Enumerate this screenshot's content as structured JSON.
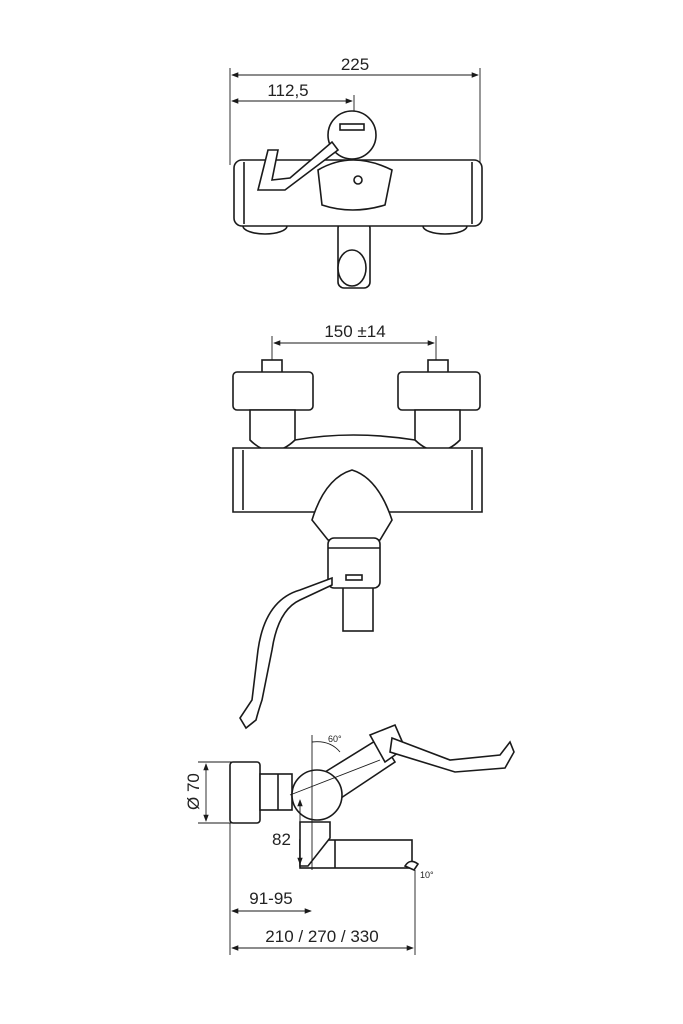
{
  "title_views": [
    "top-view",
    "front-view",
    "side-view"
  ],
  "dimensions": {
    "overall_width": "225",
    "half_width": "112,5",
    "connection_spacing": "150 ±14",
    "diameter": "Ø 70",
    "height_spout": "82",
    "wall_distance": "91-95",
    "spout_lengths": "210 / 270 / 330",
    "lever_angle": "60°",
    "spout_angle": "10°"
  },
  "colors": {
    "line": "#1a1a1a",
    "background": "#ffffff"
  }
}
